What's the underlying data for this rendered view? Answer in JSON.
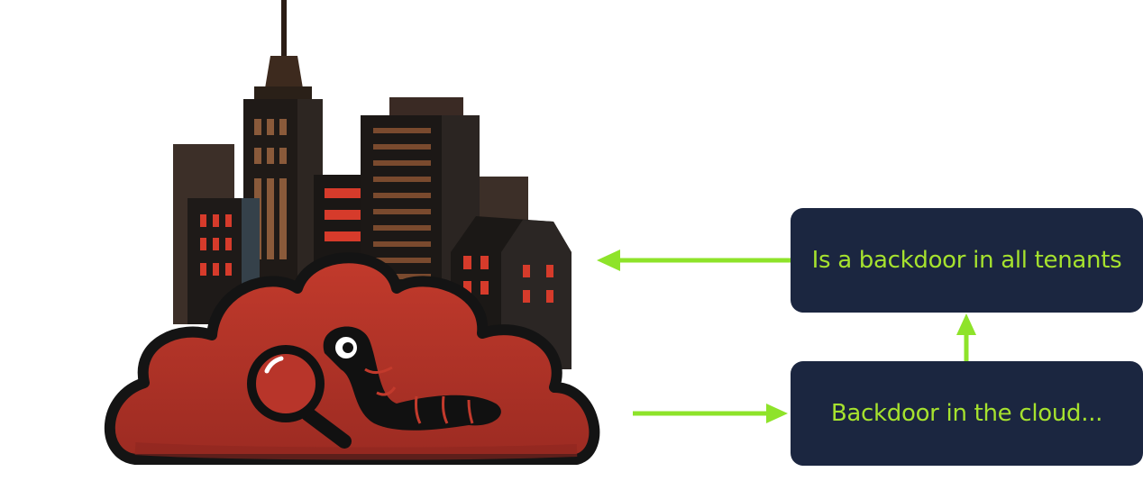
{
  "boxes": {
    "top_text": "Is a backdoor in all tenants",
    "bottom_text": "Backdoor in the cloud..."
  },
  "colors": {
    "box_background": "#1b2640",
    "box_text": "#a6e22e",
    "arrow": "#8ee32a",
    "cloud": "#b5352a",
    "cloud_outline": "#141414",
    "building_dark": "#1d1d1d",
    "window_red": "#d63b2b"
  },
  "icons": {
    "illustration": "city-cloud-worm-magnifier-logo"
  }
}
